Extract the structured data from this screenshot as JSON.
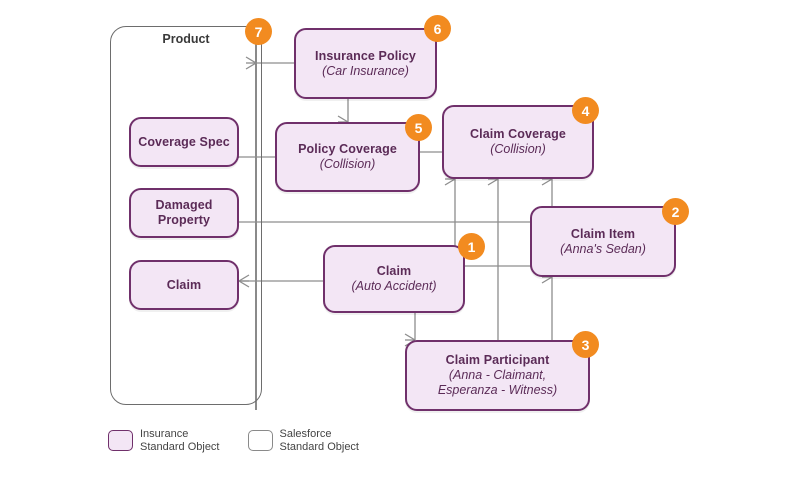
{
  "diagram": {
    "group": {
      "label": "Product",
      "badge": "7"
    },
    "nodes": [
      {
        "id": "coverage-spec",
        "title": "Coverage Spec",
        "sub": "",
        "badge": "",
        "kind": "insurance"
      },
      {
        "id": "damaged-property",
        "title": "Damaged Property",
        "sub": "",
        "badge": "",
        "kind": "insurance"
      },
      {
        "id": "claim-left",
        "title": "Claim",
        "sub": "",
        "badge": "",
        "kind": "insurance"
      },
      {
        "id": "insurance-policy",
        "title": "Insurance Policy",
        "sub": "(Car Insurance)",
        "badge": "6",
        "kind": "insurance"
      },
      {
        "id": "policy-coverage",
        "title": "Policy Coverage",
        "sub": "(Collision)",
        "badge": "5",
        "kind": "insurance"
      },
      {
        "id": "claim-coverage",
        "title": "Claim Coverage",
        "sub": "(Collision)",
        "badge": "4",
        "kind": "insurance"
      },
      {
        "id": "claim-item",
        "title": "Claim Item",
        "sub": "(Anna's Sedan)",
        "badge": "2",
        "kind": "insurance"
      },
      {
        "id": "claim",
        "title": "Claim",
        "sub": "(Auto Accident)",
        "badge": "1",
        "kind": "insurance"
      },
      {
        "id": "claim-participant",
        "title": "Claim Participant",
        "sub": "(Anna - Claimant,\nEsperanza - Witness)",
        "badge": "3",
        "kind": "insurance"
      }
    ],
    "legend": [
      {
        "id": "legend-insurance",
        "label": "Insurance\nStandard Object",
        "kind": "insurance"
      },
      {
        "id": "legend-salesforce",
        "label": "Salesforce\nStandard Object",
        "kind": "salesforce"
      }
    ],
    "colors": {
      "badge": "#f28b20",
      "node_fill": "#f3e6f5",
      "node_border": "#70306b",
      "group_border": "#6d6d6d",
      "connector": "#8d8d8d",
      "text": "#5b2b57"
    }
  }
}
